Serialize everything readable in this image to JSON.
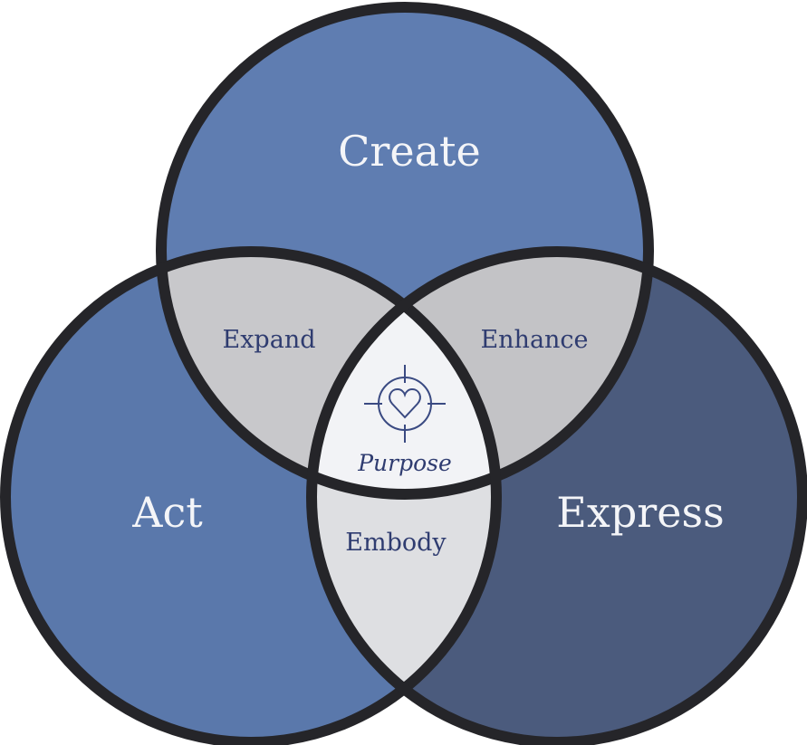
{
  "diagram": {
    "circles": {
      "create": "Create",
      "act": "Act",
      "express": "Express"
    },
    "overlaps": {
      "create_act": "Expand",
      "create_express": "Enhance",
      "act_express": "Embody",
      "center": "Purpose"
    },
    "center_icon": "target-heart-icon",
    "colors": {
      "create": "#5f7db1",
      "act": "#5a78ab",
      "express": "#4b5b7d",
      "pair_overlap": "#c8c8cb",
      "act_express_overlap": "#dedfe2",
      "center": "#f2f3f6",
      "outline": "#252529",
      "label_dark": "#2f3c70"
    }
  }
}
